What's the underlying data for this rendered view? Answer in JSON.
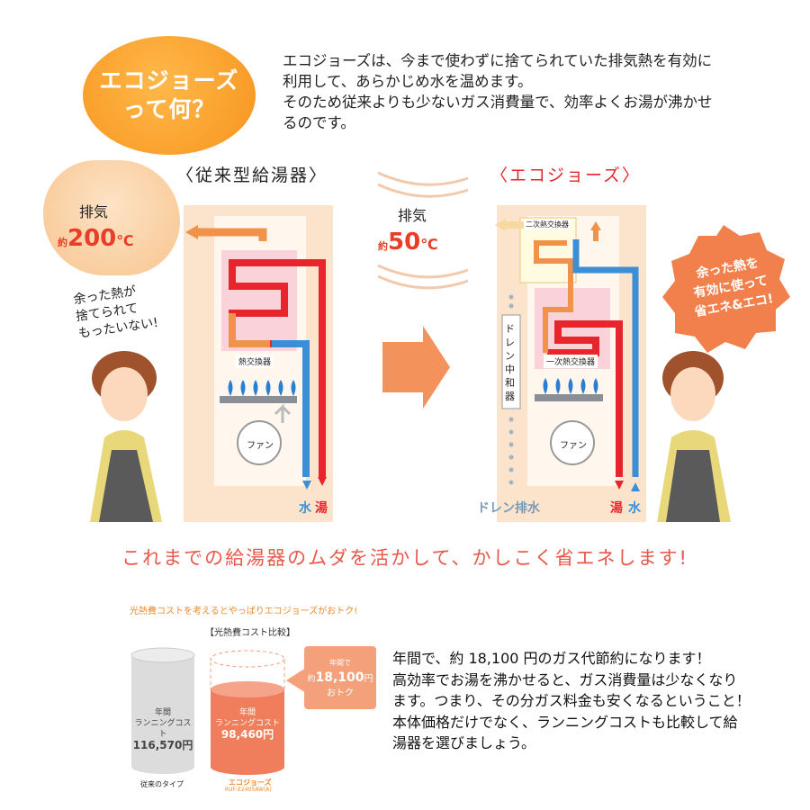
{
  "badge": {
    "line1": "エコジョーズ",
    "line2": "って何？"
  },
  "intro": [
    "エコジョーズは、今まで使わずに捨てられていた排気熱を有効に",
    "利用して、あらかじめ水を温めます。",
    "そのため従来よりも少ないガス消費量で、効率よくお湯が沸かせ",
    "るのです。"
  ],
  "left": {
    "heading": "〈従来型給湯器〉",
    "exhaust_label": "排気",
    "exhaust_prefix": "約",
    "exhaust_value": "200",
    "exhaust_unit": "℃",
    "waste_text": [
      "余った熱が",
      "捨てられて",
      "もったいない!"
    ],
    "heat_exchanger": "熱交換器",
    "fan": "ファン",
    "water": "水",
    "hot": "湯"
  },
  "right": {
    "heading": "〈エコジョーズ〉",
    "exhaust_label": "排気",
    "exhaust_prefix": "約",
    "exhaust_value": "50",
    "exhaust_unit": "℃",
    "secondary_exchanger": "二次熱交換器",
    "primary_exchanger": "一次熱交換器",
    "neutralizer": "ドレン中和器",
    "fan": "ファン",
    "drain": "ドレン排水",
    "hot": "湯",
    "water": "水",
    "bubble": [
      "余った熱を",
      "有効に使って",
      "省エネ&エコ!"
    ]
  },
  "catchphrase": "これまでの給湯器のムダを活かして、かしこく省エネします!",
  "cost": {
    "section_title": "光熱費コストを考えるとやっぱりエコジョーズがおトク!",
    "subtitle": "【光熱費コスト比較】",
    "conventional": {
      "label1": "年間",
      "label2": "ランニングコスト",
      "value": "116,570円",
      "name": "従来のタイプ"
    },
    "ecojozu": {
      "label1": "年間",
      "label2": "ランニングコスト",
      "value": "98,460円",
      "name": "エコジョーズ",
      "model": "RUF-E2405AW(A)"
    },
    "savings": {
      "line1": "年間で",
      "prefix": "約",
      "value": "18,100",
      "unit": "円",
      "line3": "おトク"
    }
  },
  "body": [
    "年間で、約 18,100 円のガス代節約になります！",
    "高効率でお湯を沸かせると、ガス消費量は少なくなり",
    "ます。つまり、その分ガス料金も安くなるということ！",
    "本体価格だけでなく、ランニングコストも比較して給",
    "湯器を選びましょう。"
  ],
  "colors": {
    "hot": "#e8242c",
    "cold": "#3a8fd6",
    "warm": "#f0924a",
    "panel": "#fbe3cc",
    "accent": "#f7941d"
  }
}
